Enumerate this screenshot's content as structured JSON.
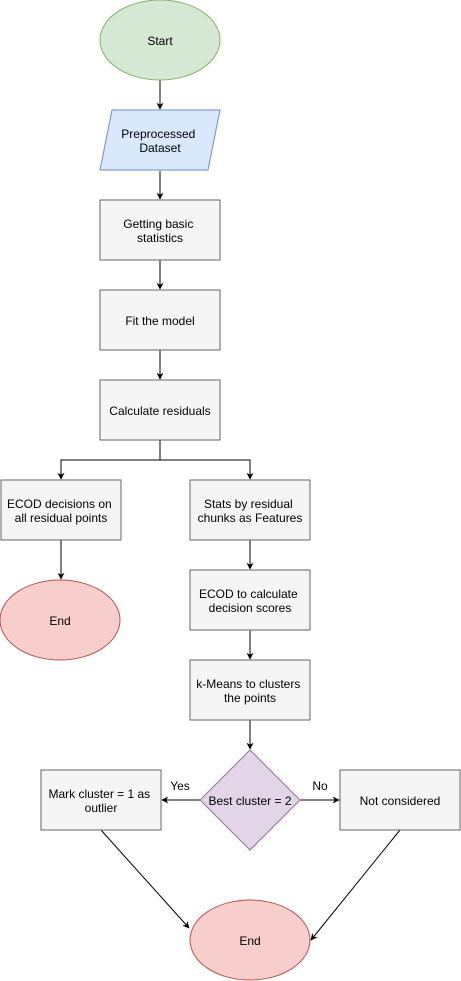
{
  "nodes": {
    "start": {
      "text": "Start"
    },
    "preprocessed": {
      "text": [
        "Preprocessed",
        "Dataset"
      ]
    },
    "basic_stats": {
      "text": [
        "Getting basic",
        "statistics"
      ]
    },
    "fit_model": {
      "text": "Fit the model"
    },
    "calc_residuals": {
      "text": "Calculate residuals"
    },
    "ecod_decisions": {
      "text": [
        "ECOD decisions on",
        "all residual points"
      ]
    },
    "end_left": {
      "text": "End"
    },
    "stats_chunks": {
      "text": [
        "Stats by residual",
        "chunks as Features"
      ]
    },
    "ecod_scores": {
      "text": [
        "ECOD to calculate",
        "decision scores"
      ]
    },
    "kmeans": {
      "text": [
        "k-Means to clusters",
        "the points"
      ]
    },
    "best_cluster": {
      "text": "Best cluster = 2"
    },
    "mark_cluster": {
      "text": [
        "Mark cluster = 1 as",
        "outlier"
      ]
    },
    "not_considered": {
      "text": "Not considered"
    },
    "end_bottom": {
      "text": "End"
    }
  },
  "edge_labels": {
    "yes": "Yes",
    "no": "No"
  },
  "colors": {
    "start_fill": "#d5e8d4",
    "start_stroke": "#82b366",
    "data_fill": "#dae8fc",
    "data_stroke": "#6c8ebf",
    "process_fill": "#f5f5f5",
    "process_stroke": "#666666",
    "end_fill": "#f8cecc",
    "end_stroke": "#b85450",
    "decision_fill": "#e1d5e7",
    "decision_stroke": "#9673a6"
  }
}
